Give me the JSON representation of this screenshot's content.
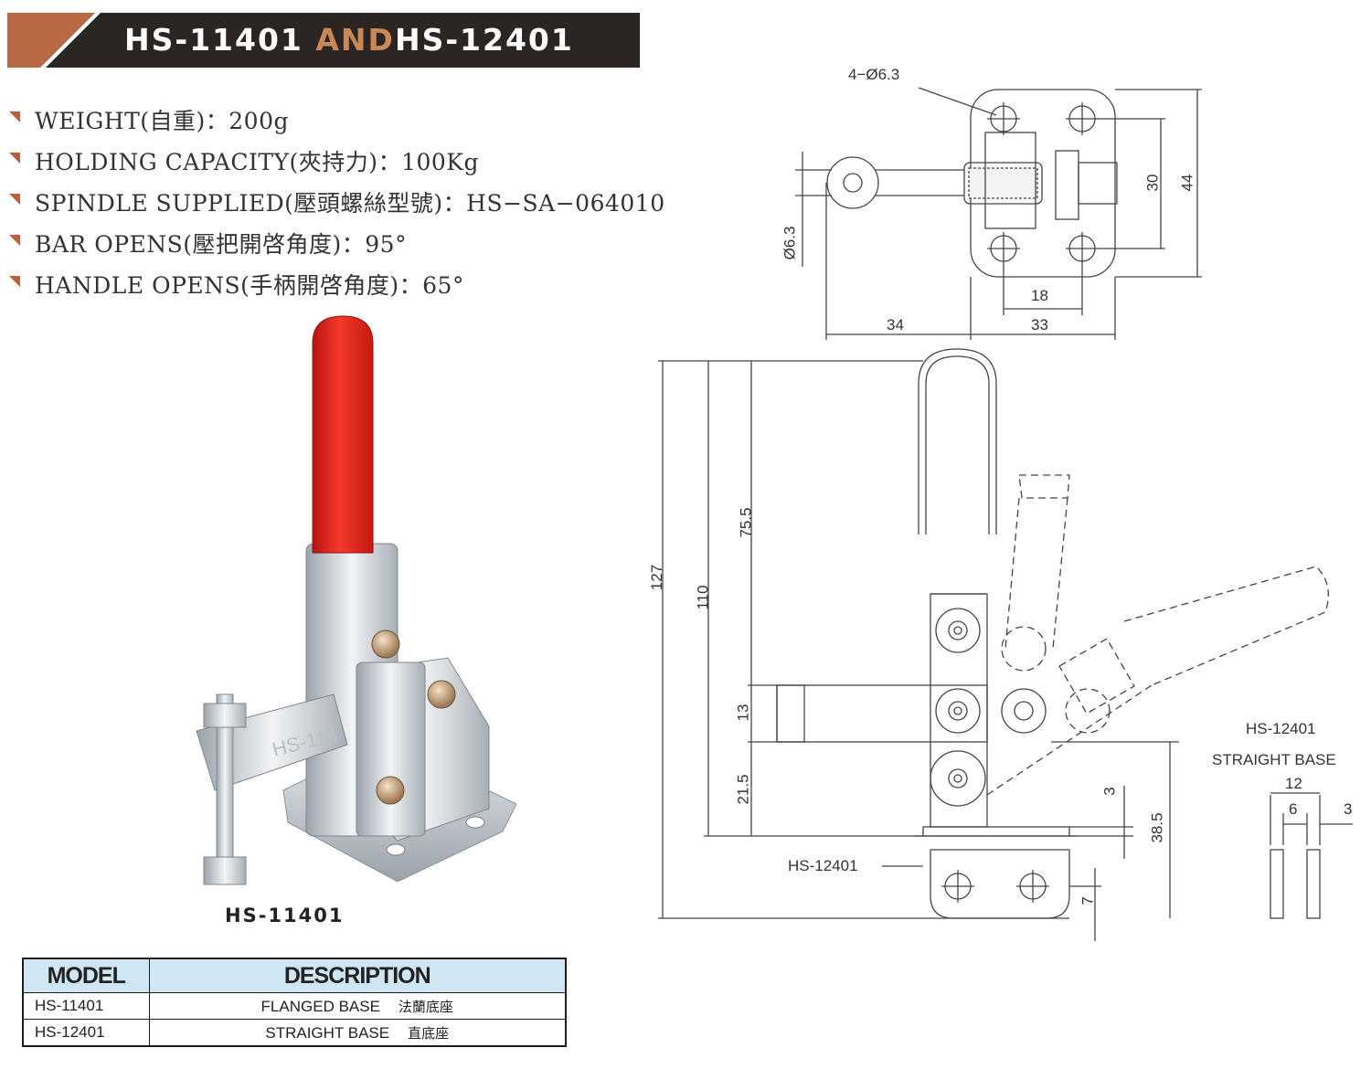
{
  "header": {
    "model_a": "HS-11401",
    "connector": "AND",
    "model_b": "HS-12401"
  },
  "specs": [
    {
      "label": "WEIGHT(自重)：200g"
    },
    {
      "label": "HOLDING CAPACITY(夾持力)：100Kg"
    },
    {
      "label": "SPINDLE SUPPLIED(壓頭螺絲型號)：HS−SA−064010"
    },
    {
      "label": "BAR OPENS(壓把開啓角度)：95°"
    },
    {
      "label": "HANDLE OPENS(手柄開啓角度)：65°"
    }
  ],
  "photo": {
    "caption": "HS-11401",
    "embossed_text": "HS-114"
  },
  "model_table": {
    "headers": [
      "MODEL",
      "DESCRIPTION"
    ],
    "rows": [
      {
        "model": "HS-11401",
        "desc_en": "FLANGED BASE",
        "desc_zh": "法蘭底座"
      },
      {
        "model": "HS-12401",
        "desc_en": "STRAIGHT BASE",
        "desc_zh": "直底座"
      }
    ]
  },
  "drawing": {
    "top_view": {
      "holes": "4−Ø6.3",
      "eye_dia": "Ø6.3",
      "dim_30": "30",
      "dim_44": "44",
      "dim_18": "18",
      "dim_34": "34",
      "dim_33": "33"
    },
    "side_view": {
      "dim_127": "127",
      "dim_110": "110",
      "dim_75_5": "75.5",
      "dim_13": "13",
      "dim_21_5": "21.5",
      "dim_3": "3",
      "dim_38_5": "38.5",
      "dim_7": "7",
      "variant_label": "HS-12401"
    },
    "straight_base": {
      "model": "HS-12401",
      "title": "STRAIGHT BASE",
      "dim_12": "12",
      "dim_6": "6",
      "dim_3": "3"
    }
  },
  "colors": {
    "banner_dark": "#2b2523",
    "banner_accent": "#b86a47",
    "bullet": "#b9603a",
    "table_header": "#cfe6f4",
    "handle_red": "#e8271f"
  }
}
